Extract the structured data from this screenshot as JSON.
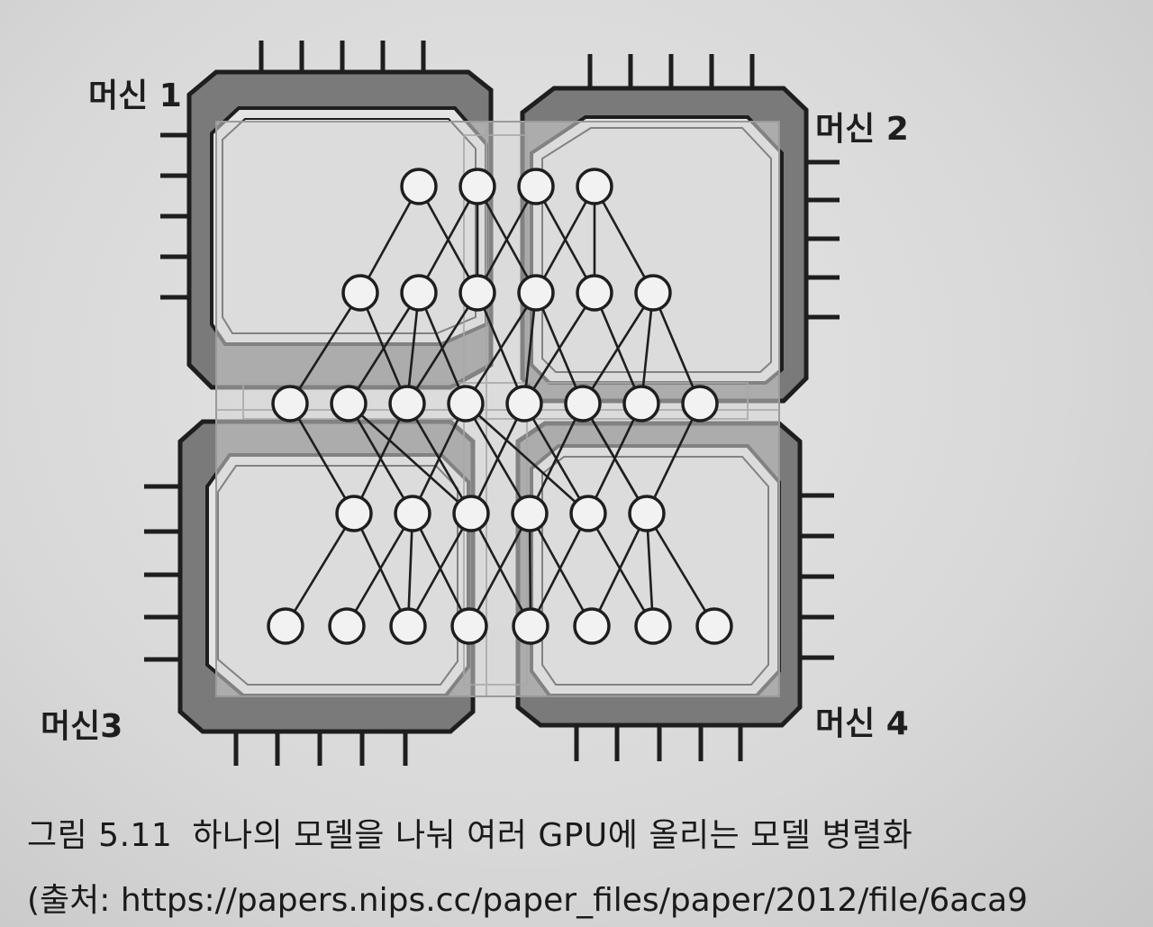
{
  "machines": [
    {
      "id": "m1",
      "label": "머신 1"
    },
    {
      "id": "m2",
      "label": "머신 2"
    },
    {
      "id": "m3",
      "label": "머신3"
    },
    {
      "id": "m4",
      "label": "머신 4"
    }
  ],
  "network": {
    "layers": [
      4,
      6,
      8,
      6,
      8
    ]
  },
  "caption": {
    "number": "그림 5.11",
    "text": "하나의 모델을 나눠 여러 GPU에 올리는 모델 병렬화"
  },
  "source": "(출처: https://papers.nips.cc/paper_files/paper/2012/file/6aca9"
}
